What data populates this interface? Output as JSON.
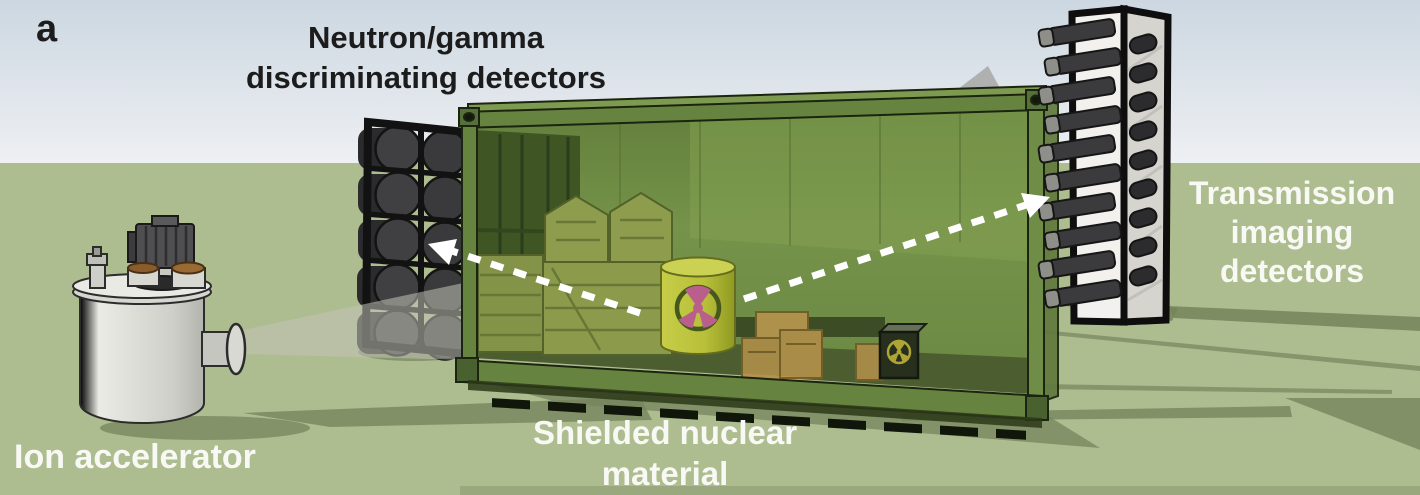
{
  "panel": {
    "label": "a"
  },
  "labels": {
    "neutron_gamma_line1": "Neutron/gamma",
    "neutron_gamma_line2": "discriminating detectors",
    "transmission_line1": "Transmission",
    "transmission_line2": "imaging",
    "transmission_line3": "detectors",
    "ion_accelerator": "Ion accelerator",
    "shielded_line1": "Shielded nuclear",
    "shielded_line2": "material"
  },
  "icons": {
    "barrel_symbol": "radiation-trefoil",
    "case_symbol": "radiation-trefoil"
  },
  "colors": {
    "sky_top": "#ccd7e1",
    "sky_horizon": "#eef0f3",
    "ground": "#aebd90",
    "container_green": "#6d8a45",
    "container_glass": "#7f9c52",
    "barrel_yellow": "#d2d544",
    "trefoil_pink": "#cf5f9f",
    "detector_dark": "#3b3b3d",
    "beam_grey": "#b5b5ac",
    "shadow_olive": "#75845c",
    "label_dark": "#1c1c1c",
    "label_light": "#f8f8f4",
    "arrow_white": "#ffffff"
  }
}
